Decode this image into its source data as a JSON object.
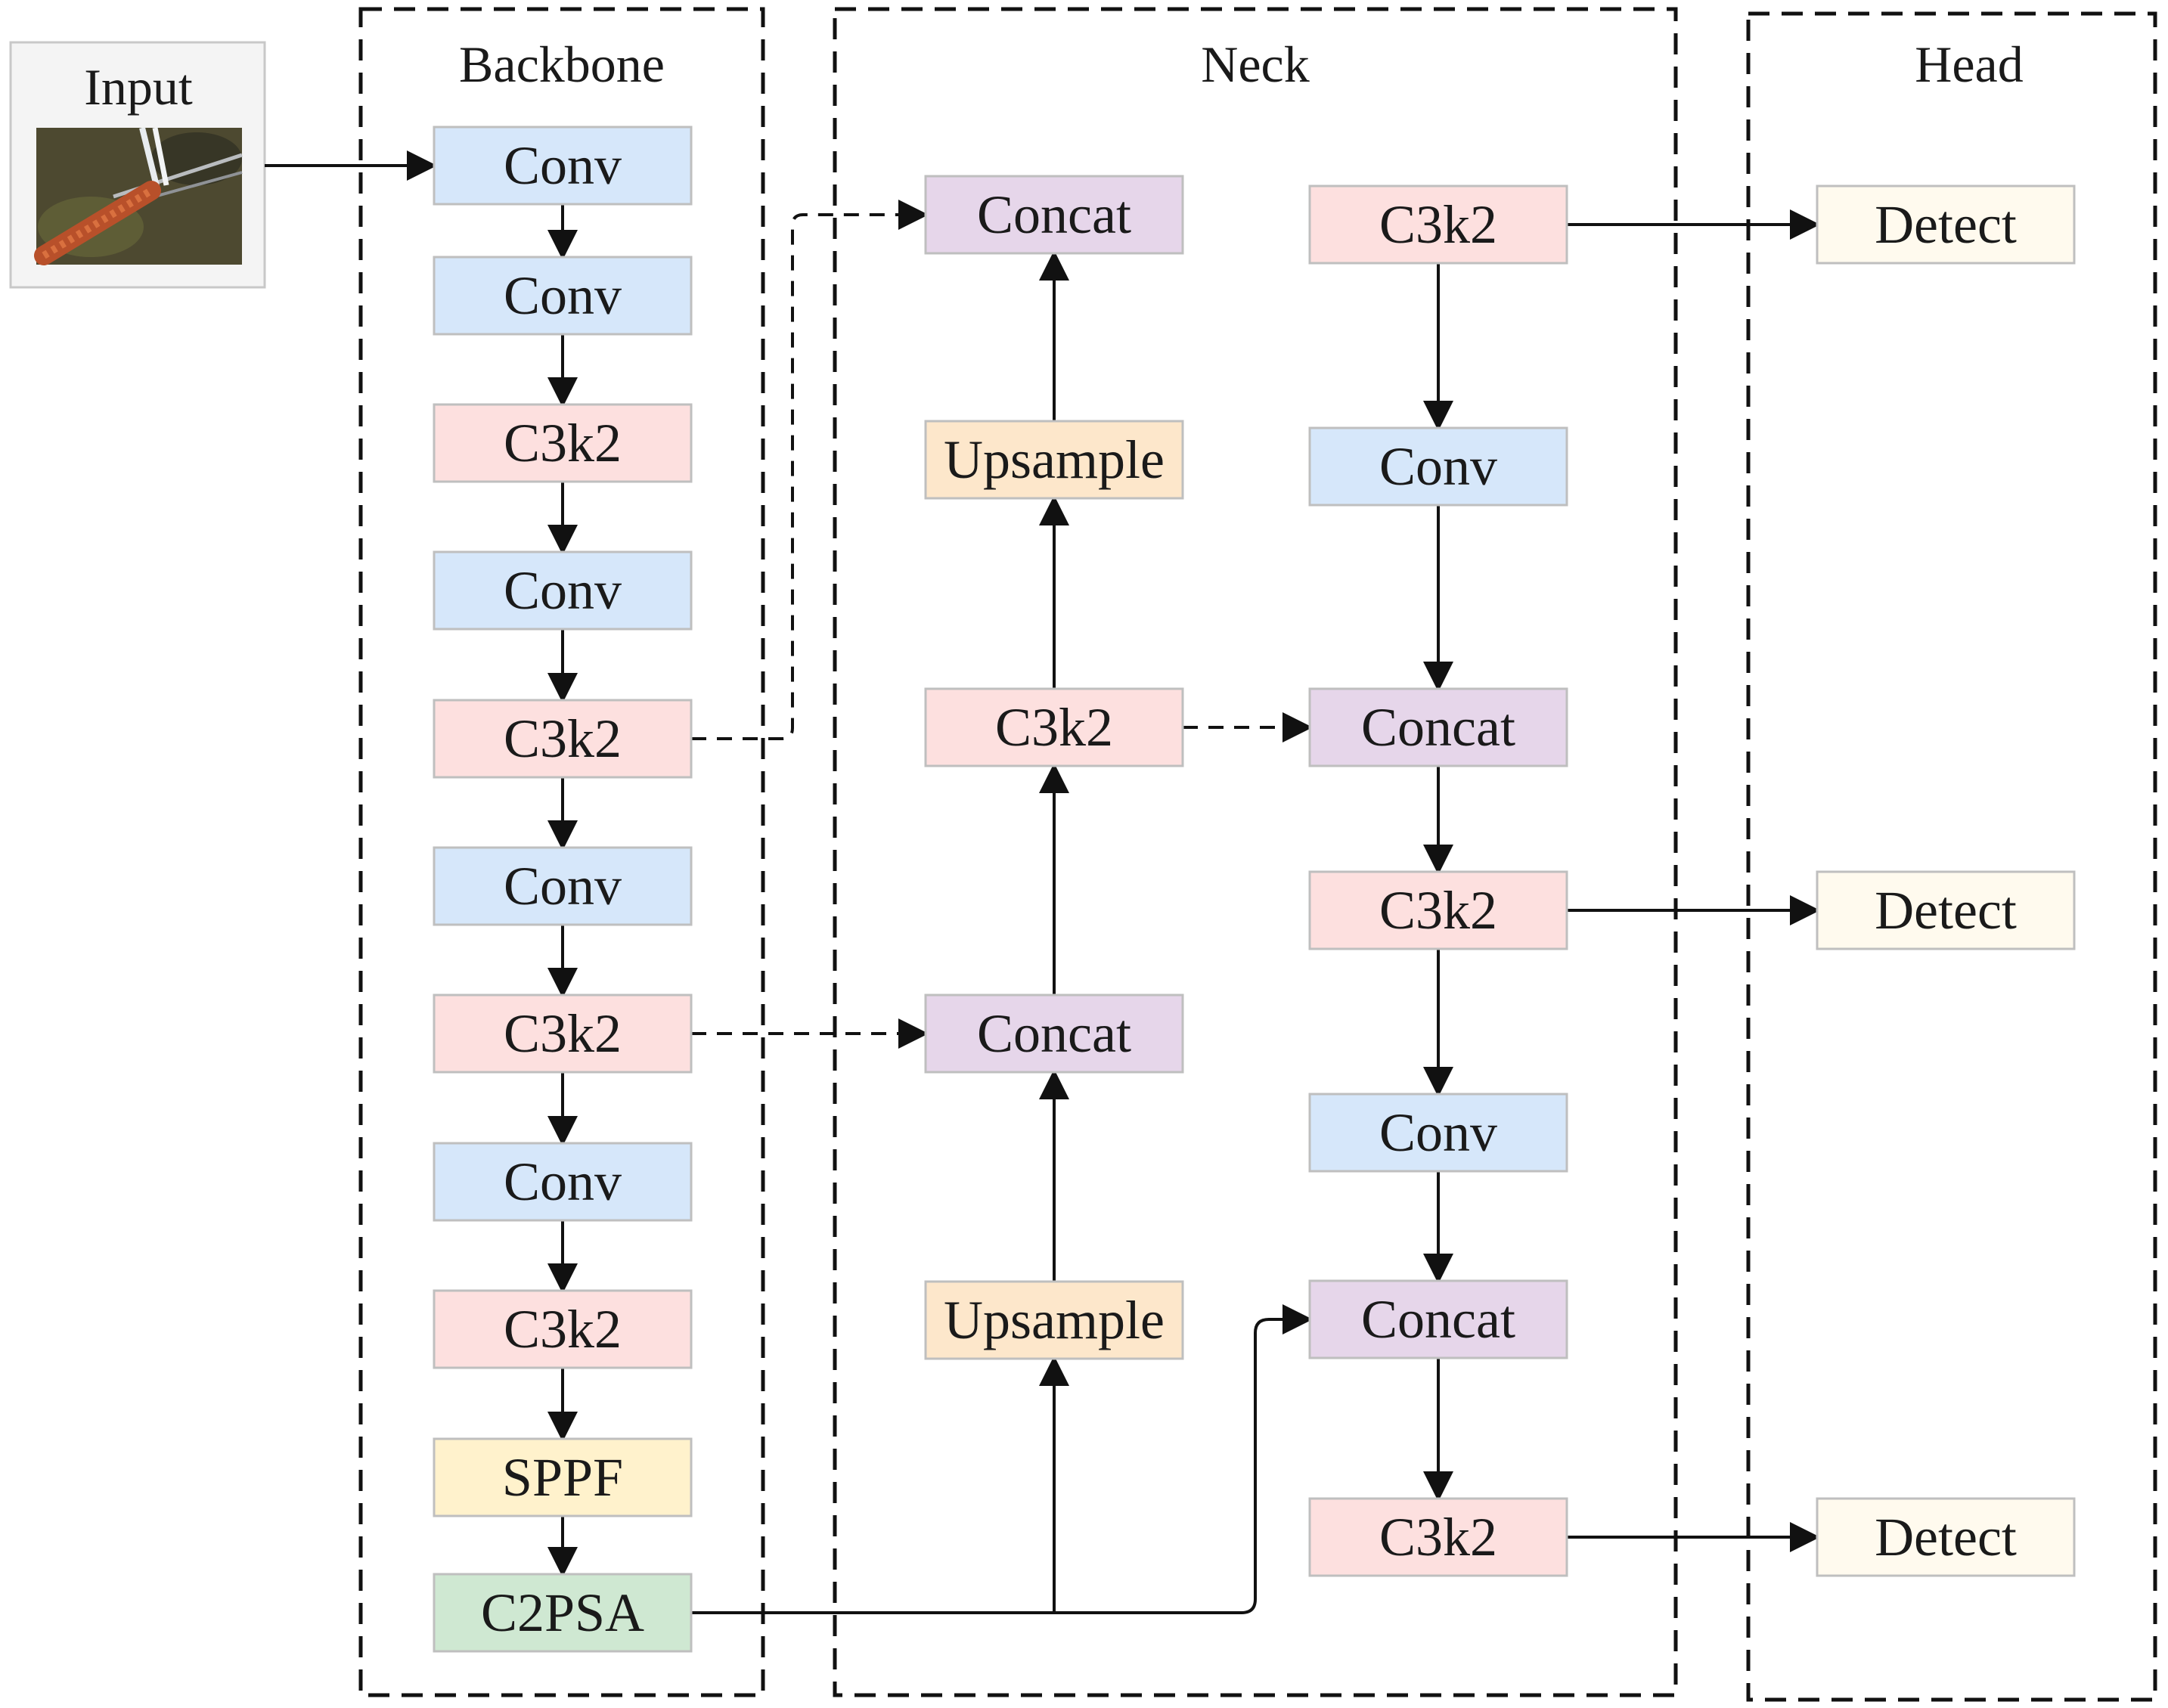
{
  "sections": {
    "input": "Input",
    "backbone": "Backbone",
    "neck": "Neck",
    "head": "Head"
  },
  "colors": {
    "conv": "#d6e7fa",
    "c3k2": "#fde0df",
    "concat": "#e6d6ea",
    "upsample": "#fde7cb",
    "sppf": "#fff2cc",
    "c2psa": "#cfe8d2",
    "detect": "#fffaee"
  },
  "blocks": {
    "backbone": [
      "Conv",
      "Conv",
      "C3k2",
      "Conv",
      "C3k2",
      "Conv",
      "C3k2",
      "Conv",
      "C3k2",
      "SPPF",
      "C2PSA"
    ],
    "neck_up": [
      "Concat",
      "Upsample",
      "C3k2",
      "Concat",
      "Upsample"
    ],
    "neck_down": [
      "C3k2",
      "Conv",
      "Concat",
      "C3k2",
      "Conv",
      "Concat",
      "C3k2"
    ],
    "head": [
      "Detect",
      "Detect",
      "Detect"
    ]
  },
  "input_image": {
    "icon": "power-line-photo"
  }
}
